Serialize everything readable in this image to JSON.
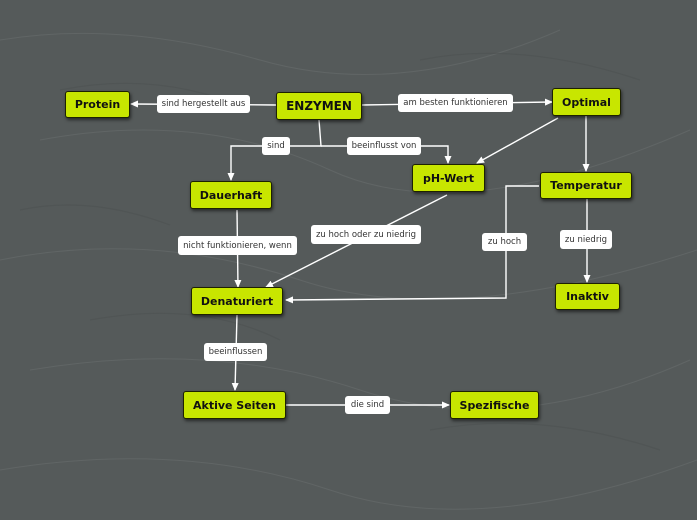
{
  "nodes": {
    "enzymen": "ENZYMEN",
    "protein": "Protein",
    "optimal": "Optimal",
    "dauerhaft": "Dauerhaft",
    "ph_wert": "pH-Wert",
    "temperatur": "Temperatur",
    "denaturiert": "Denaturiert",
    "inaktiv": "Inaktiv",
    "aktive_seiten": "Aktive Seiten",
    "spezifische": "Spezifische"
  },
  "links": {
    "hergestellt": "sind hergestellt aus",
    "besten": "am besten funktionieren",
    "sind": "sind",
    "beeinflusst": "beeinflusst von",
    "nicht_funktionieren": "nicht funktionieren, wenn",
    "hoch_niedrig": "zu hoch oder zu niedrig",
    "zu_hoch": "zu hoch",
    "zu_niedrig": "zu niedrig",
    "beeinflussen": "beeinflussen",
    "die_sind": "die sind"
  },
  "colors": {
    "background": "#555a5a",
    "node_fill": "#c8e600",
    "edge": "#ffffff"
  }
}
